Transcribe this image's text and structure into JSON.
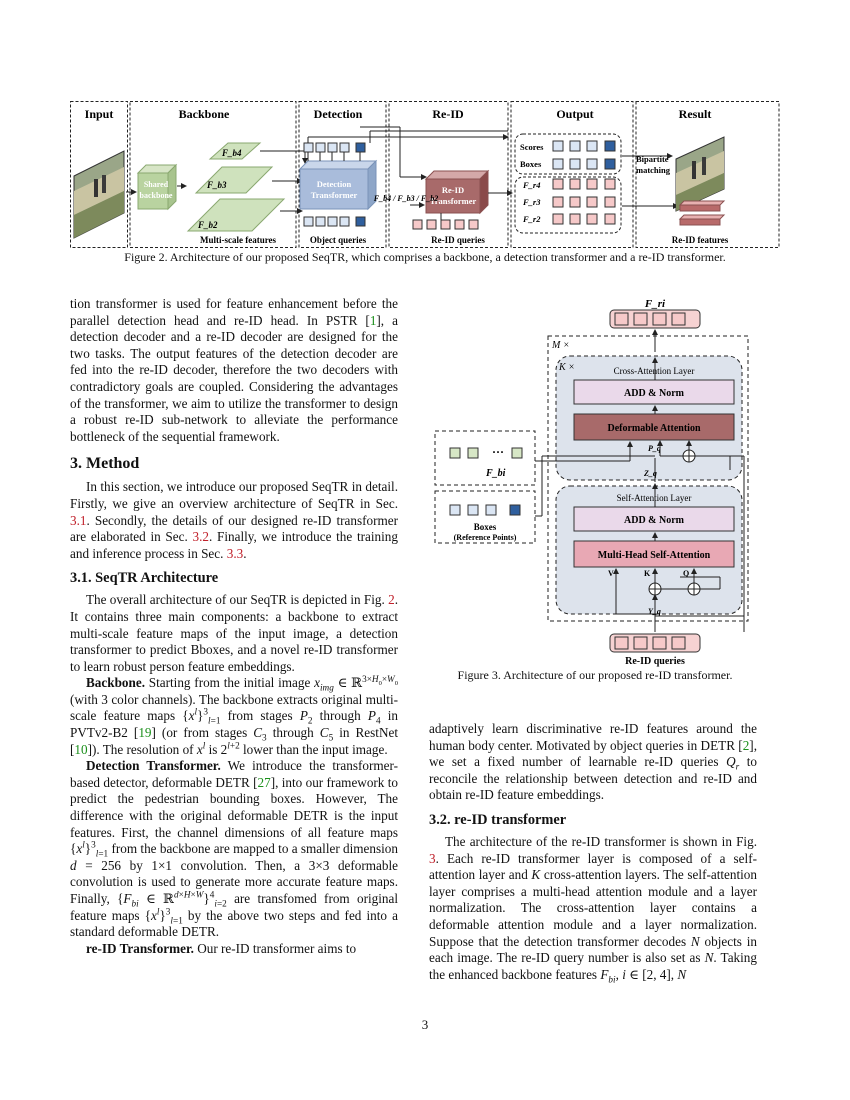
{
  "figure2": {
    "sections": [
      "Input",
      "Backbone",
      "Detection",
      "Re-ID",
      "Output",
      "Result"
    ],
    "shared_backbone": [
      "Shared",
      "backbone"
    ],
    "fb4": "F_b4",
    "fb3": "F_b3",
    "fb2": "F_b2",
    "multi_scale": "Multi-scale features",
    "det_transformer": [
      "Detection",
      "Transformer"
    ],
    "object_queries": "Object queries",
    "reid_transformer": [
      "Re-ID",
      "Transformer"
    ],
    "reid_input": "F_b4 / F_b3 / F_b2",
    "reid_queries": "Re-ID queries",
    "scores": "Scores",
    "boxes": "Boxes",
    "fr4": "F_r4",
    "fr3": "F_r3",
    "fr2": "F_r2",
    "bipartite": [
      "Bipartite",
      "matching"
    ],
    "reid_features": "Re-ID features",
    "caption": "Figure 2. Architecture of our proposed SeqTR, which comprises a backbone, a detection transformer and a re-ID transformer."
  },
  "figure3": {
    "fri": "F_ri",
    "m_times": "M ×",
    "k_times": "K ×",
    "cross_layer": "Cross-Attention Layer",
    "add_norm": "ADD & Norm",
    "deform_attn": "Deformable Attention",
    "pq": "P_q",
    "zq": "Z_q",
    "fbi": "F_bi",
    "boxes": "Boxes",
    "ref_points": "(Reference Points)",
    "self_layer": "Self-Attention Layer",
    "mhsa": "Multi-Head Self-Attention",
    "v": "V",
    "k": "K",
    "q": "Q",
    "yq": "Y_q",
    "reid_queries": "Re-ID queries",
    "caption": "Figure 3. Architecture of our proposed re-ID transformer."
  },
  "text": {
    "p_intro": "tion transformer is used for feature enhancement before the parallel detection head and re-ID head. In PSTR [1], a detection decoder and a re-ID decoder are designed for the two tasks. The output features of the detection decoder are fed into the re-ID decoder, therefore the two decoders with contradictory goals are coupled. Considering the advantages of the transformer, we aim to utilize the transformer to design a robust re-ID sub-network to alleviate the performance bottleneck of the sequential framework.",
    "h_method": "3. Method",
    "p_method": "In this section, we introduce our proposed SeqTR in detail. Firstly, we give an overview architecture of SeqTR in Sec. 3.1. Secondly, the details of our designed re-ID transformer are elaborated in Sec. 3.2. Finally, we introduce the training and inference process in Sec. 3.3.",
    "h_31": "3.1. SeqTR Architecture",
    "p_31": "The overall architecture of our SeqTR is depicted in Fig. 2. It contains three main components: a backbone to extract multi-scale feature maps of the input image, a detection transformer to predict Bboxes, and a novel re-ID transformer to learn robust person feature embeddings.",
    "backbone_head": "Backbone.",
    "p_backbone": "Starting from the initial image x_img ∈ ℝ^{3×H0×W0} (with 3 color channels). The backbone extracts original multi-scale feature maps {x^l} from stages P2 through P4 in PVTv2-B2 [19] (or from stages C3 through C5 in RestNet [10]). The resolution of x^l is 2^{l+2} lower than the input image.",
    "dt_head": "Detection Transformer.",
    "p_dt": "We introduce the transformer-based detector, deformable DETR [27], into our framework to predict the pedestrian bounding boxes. However, The difference with the original deformable DETR is the input features. First, the channel dimensions of all feature maps {x^l} from the backbone are mapped to a smaller dimension d = 256 by 1×1 convolution. Then, a 3×3 deformable convolution is used to generate more accurate feature maps. Finally, {F_bi} are transfomed from original feature maps {x^l} by the above two steps and fed into a standard deformable DETR.",
    "rt_head": "re-ID Transformer.",
    "p_rt": "Our re-ID transformer aims to",
    "p_right_1": "adaptively learn discriminative re-ID features around the human body center. Motivated by object queries in DETR [2], we set a fixed number of learnable re-ID queries Q_r to reconcile the relationship between detection and re-ID and obtain re-ID feature embeddings.",
    "h_32": "3.2. re-ID transformer",
    "p_32": "The architecture of the re-ID transformer is shown in Fig. 3. Each re-ID transformer layer is composed of a self-attention layer and K cross-attention layers. The self-attention layer comprises a multi-head attention module and a layer normalization. The cross-attention layer contains a deformable attention module and a layer normalization. Suppose that the detection transformer decodes N objects in each image. The re-ID query number is also set as N. Taking the enhanced backbone features F_bi, i ∈ [2, 4], N"
  },
  "page_number": "3"
}
